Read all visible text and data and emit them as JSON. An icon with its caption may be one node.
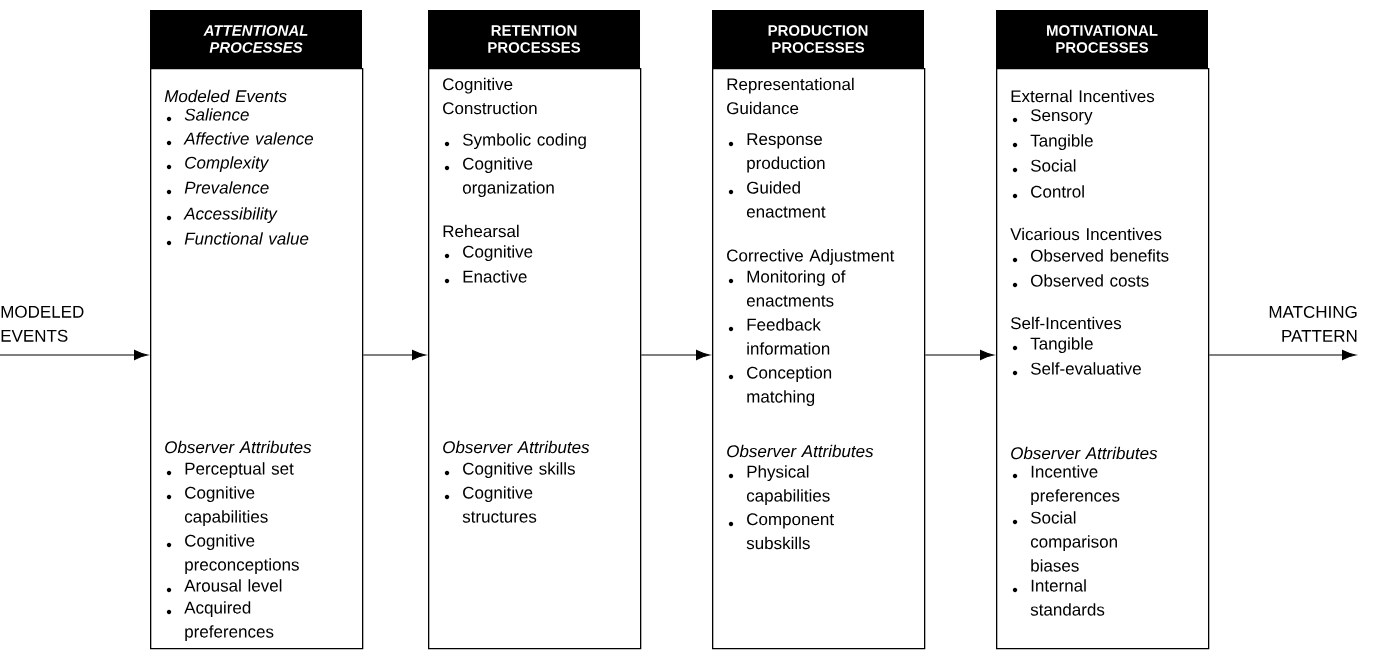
{
  "diagram": {
    "nodes": [
      {
        "text": [
          "MODELED EVENTS"
        ]
      },
      {
        "text": [
          "ATTENTIONAL PROCESSES",
          "Modeled Events",
          "Salience",
          "Affective valence",
          "Complexity",
          "Prevalence",
          "Accessibility",
          "Functional value",
          "Observer Attributes",
          "Perceptual set",
          "Cognitive capabilities",
          "Cognitive preconceptions",
          "Arousal level",
          "Acquired preferences"
        ]
      },
      {
        "text": [
          "RETENTION PROCESSES",
          "Cognitive Construction",
          "Symbolic coding",
          "Cognitive organization",
          "Rehearsal",
          "Cognitive",
          "Enactive",
          "Observer Attributes",
          "Cognitive skills",
          "Cognitive structures"
        ]
      },
      {
        "text": [
          "PRODUCTION PROCESSES",
          "Representational Guidance",
          "Response production",
          "Guided enactment",
          "Corrective Adjustment",
          "Monitoring of enactments",
          "Feedback information",
          "Conception matching",
          "Observer Attributes",
          "Physical capabilities",
          "Component subskills"
        ]
      },
      {
        "text": [
          "MOTIVATIONAL PROCESSES",
          "External Incentives",
          "Sensory",
          "Tangible",
          "Social",
          "Control",
          "Vicarious Incentives",
          "Observed benefits",
          "Observed costs",
          "Self-Incentives",
          "Tangible",
          "Self-evaluative",
          "Observer Attributes",
          "Incentive preferences",
          "Social comparison biases",
          "Internal standards"
        ]
      },
      {
        "text": [
          "MATCHING PATTERN"
        ]
      }
    ],
    "edges": [
      {
        "from": 0,
        "to": 1,
        "arrow": "to"
      },
      {
        "from": 1,
        "to": 2,
        "arrow": "to"
      },
      {
        "from": 2,
        "to": 3,
        "arrow": "to"
      },
      {
        "from": 3,
        "to": 4,
        "arrow": "to"
      },
      {
        "from": 4,
        "to": 5,
        "arrow": "to"
      }
    ]
  }
}
